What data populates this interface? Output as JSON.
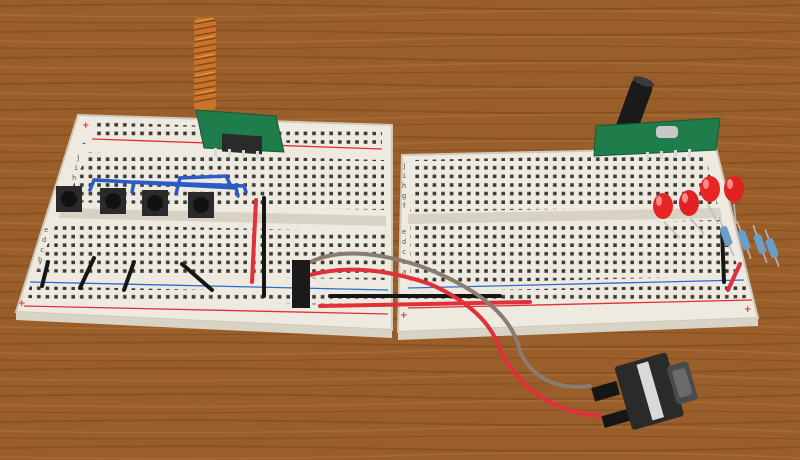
{
  "scene": {
    "left_board": {
      "row_letters_top": [
        "j",
        "i",
        "h",
        "g",
        "f"
      ],
      "row_letters_bottom": [
        "e",
        "d",
        "c",
        "b",
        "a"
      ],
      "rail_marks": [
        "+",
        "-"
      ]
    },
    "right_board": {
      "row_letters_top": [
        "j",
        "i",
        "h",
        "g",
        "f"
      ],
      "row_letters_bottom": [
        "e",
        "d",
        "c",
        "b",
        "a"
      ],
      "rail_marks": [
        "+",
        "-"
      ]
    },
    "colors": {
      "wood": "#9a5e2a",
      "breadboard": "#efebe2",
      "pcb": "#1e7a4a",
      "wire_red": "#e0303a",
      "wire_black": "#1a1a1a",
      "wire_blue": "#2a5cc8",
      "wire_gray": "#8a7d70",
      "led": "#e82525",
      "copper": "#c9742a"
    }
  }
}
